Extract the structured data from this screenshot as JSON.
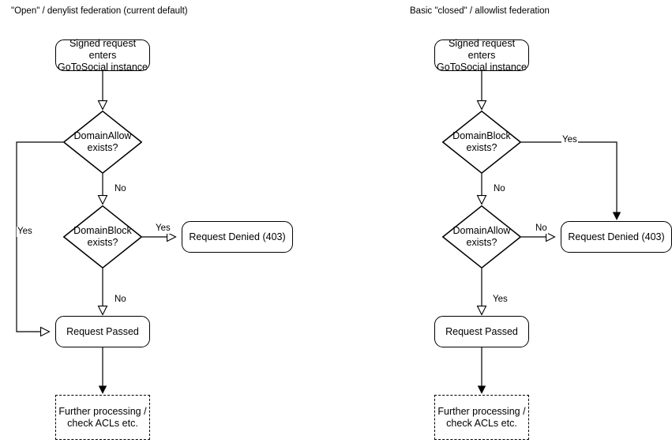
{
  "diagrams": [
    {
      "id": "open-denylist",
      "title": "\"Open\" / denylist federation (current default)",
      "nodes": {
        "entry": {
          "label": "Signed request enters\nGoToSocial instance",
          "shape": "rounded-rect"
        },
        "decision1": {
          "label": "DomainAllow\nexists?",
          "shape": "diamond"
        },
        "decision2": {
          "label": "DomainBlock\nexists?",
          "shape": "diamond"
        },
        "denied": {
          "label": "Request Denied (403)",
          "shape": "rounded-rect"
        },
        "passed": {
          "label": "Request Passed",
          "shape": "rounded-rect"
        },
        "further": {
          "label": "Further processing /\ncheck ACLs etc.",
          "shape": "dashed-rect"
        }
      },
      "edges": [
        {
          "from": "entry",
          "to": "decision1",
          "label": ""
        },
        {
          "from": "decision1",
          "to": "passed",
          "label": "Yes"
        },
        {
          "from": "decision1",
          "to": "decision2",
          "label": "No"
        },
        {
          "from": "decision2",
          "to": "denied",
          "label": "Yes"
        },
        {
          "from": "decision2",
          "to": "passed",
          "label": "No"
        },
        {
          "from": "passed",
          "to": "further",
          "label": ""
        }
      ]
    },
    {
      "id": "closed-allowlist",
      "title": "Basic \"closed\" / allowlist federation",
      "nodes": {
        "entry": {
          "label": "Signed request enters\nGoToSocial instance",
          "shape": "rounded-rect"
        },
        "decision1": {
          "label": "DomainBlock\nexists?",
          "shape": "diamond"
        },
        "decision2": {
          "label": "DomainAllow\nexists?",
          "shape": "diamond"
        },
        "denied": {
          "label": "Request Denied (403)",
          "shape": "rounded-rect"
        },
        "passed": {
          "label": "Request Passed",
          "shape": "rounded-rect"
        },
        "further": {
          "label": "Further processing /\ncheck ACLs etc.",
          "shape": "dashed-rect"
        }
      },
      "edges": [
        {
          "from": "entry",
          "to": "decision1",
          "label": ""
        },
        {
          "from": "decision1",
          "to": "denied",
          "label": "Yes"
        },
        {
          "from": "decision1",
          "to": "decision2",
          "label": "No"
        },
        {
          "from": "decision2",
          "to": "denied",
          "label": "No"
        },
        {
          "from": "decision2",
          "to": "passed",
          "label": "Yes"
        },
        {
          "from": "passed",
          "to": "further",
          "label": ""
        }
      ]
    }
  ],
  "labels": {
    "left_entry_line1": "Signed request enters",
    "left_entry_line2": "GoToSocial instance",
    "left_d1_line1": "DomainAllow",
    "left_d1_line2": "exists?",
    "left_d2_line1": "DomainBlock",
    "left_d2_line2": "exists?",
    "left_denied": "Request Denied (403)",
    "left_passed": "Request Passed",
    "left_further_line1": "Further processing /",
    "left_further_line2": "check ACLs etc.",
    "left_edge_yes_loop": "Yes",
    "left_edge_no_1": "No",
    "left_edge_yes_block": "Yes",
    "left_edge_no_2": "No",
    "right_entry_line1": "Signed request enters",
    "right_entry_line2": "GoToSocial instance",
    "right_d1_line1": "DomainBlock",
    "right_d1_line2": "exists?",
    "right_d2_line1": "DomainAllow",
    "right_d2_line2": "exists?",
    "right_denied": "Request Denied (403)",
    "right_passed": "Request Passed",
    "right_further_line1": "Further processing /",
    "right_further_line2": "check ACLs etc.",
    "right_edge_yes_block": "Yes",
    "right_edge_no_1": "No",
    "right_edge_no_2": "No",
    "right_edge_yes_allow": "Yes"
  },
  "colors": {
    "stroke": "#000000",
    "text": "#000000",
    "background": "#ffffff"
  }
}
